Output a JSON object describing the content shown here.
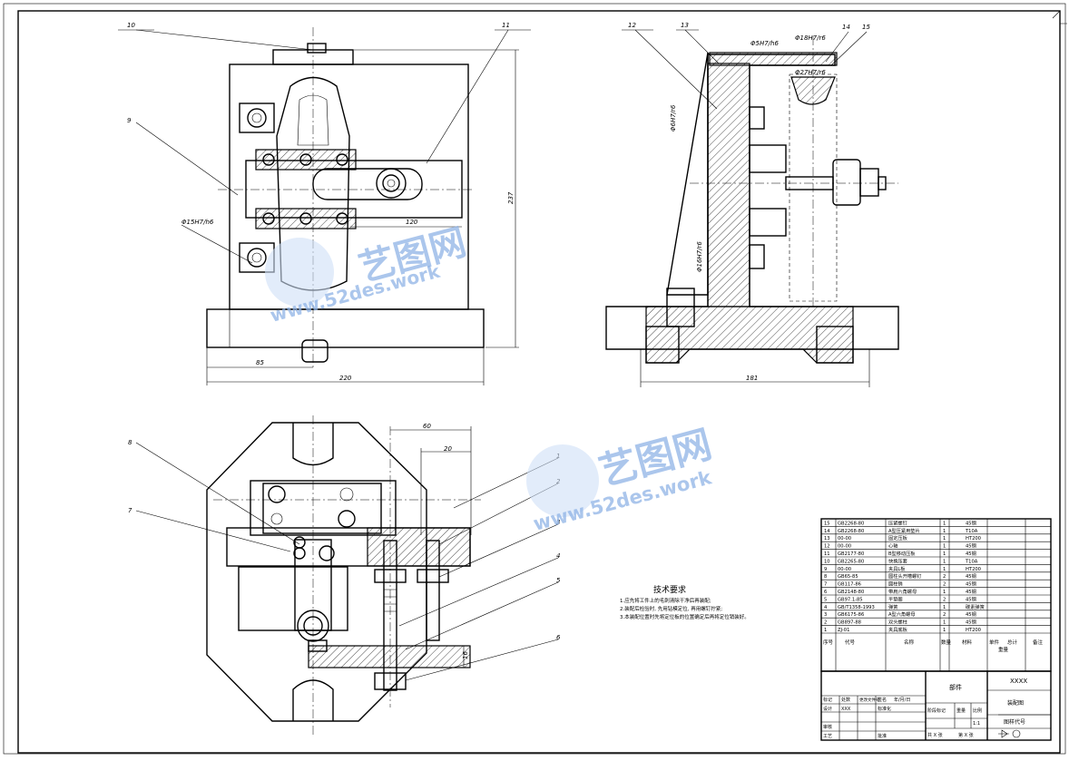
{
  "drawing": {
    "balloons": [
      "10",
      "11",
      "9",
      "12",
      "13",
      "14",
      "15",
      "8",
      "7",
      "1",
      "2",
      "3",
      "4",
      "5",
      "6"
    ],
    "dims": {
      "front": [
        "120",
        "237",
        "85",
        "220"
      ],
      "side": [
        "181"
      ],
      "top": [
        "60",
        "20",
        "16"
      ],
      "fits": [
        "Φ15H7/h6",
        "Φ5H7/h6",
        "Φ18H7/r6",
        "Φ27H7/r6",
        "Φ6H7/r6",
        "Φ16H7/r6"
      ]
    }
  },
  "watermark": {
    "brand": "艺图网",
    "url": "www.52des.work"
  },
  "notes": {
    "title": "技术要求",
    "lines": [
      "1.应先将工件上的毛刺清除干净后再装配;",
      "2.装配后检验时, 先用钻模定位, 再用螺钉拧紧;",
      "3.本装配位置时先将定位板的位置确定后再将定位销装好。"
    ]
  },
  "bom": {
    "rows": [
      [
        "15",
        "GB2268-80",
        "压紧螺钉",
        "1",
        "45钢",
        ""
      ],
      [
        "14",
        "GB2268-80",
        "A型压紧用垫片",
        "1",
        "T10A",
        ""
      ],
      [
        "13",
        "00-00",
        "固定压板",
        "1",
        "HT200",
        ""
      ],
      [
        "12",
        "00-00",
        "心轴",
        "1",
        "45钢",
        ""
      ],
      [
        "11",
        "GB2177-80",
        "B型移动压板",
        "1",
        "45钢",
        ""
      ],
      [
        "10",
        "GB2265-80",
        "快换压套",
        "1",
        "T10A",
        ""
      ],
      [
        "9",
        "00-00",
        "夹具L板",
        "1",
        "HT200",
        ""
      ],
      [
        "8",
        "GB65-85",
        "圆柱头开槽螺钉",
        "2",
        "45钢",
        ""
      ],
      [
        "7",
        "GB117-86",
        "圆柱销",
        "2",
        "45钢",
        ""
      ],
      [
        "6",
        "GB2148-80",
        "带肩六角螺母",
        "1",
        "45钢",
        ""
      ],
      [
        "5",
        "GB97.1-85",
        "平垫圈",
        "2",
        "45钢",
        ""
      ],
      [
        "4",
        "GB/T1358-1993",
        "弹簧",
        "1",
        "碳素弹簧",
        ""
      ],
      [
        "3",
        "GB6175-86",
        "A型六角螺母",
        "2",
        "45钢",
        ""
      ],
      [
        "2",
        "GB897-88",
        "双头螺柱",
        "1",
        "45钢",
        ""
      ],
      [
        "1",
        "ZJ-01",
        "夹具底板",
        "1",
        "HT200",
        ""
      ]
    ],
    "header": [
      "序号",
      "代号",
      "名称",
      "数量",
      "材料",
      "单件",
      "总计",
      "备注"
    ],
    "header_sub": [
      "重量"
    ]
  },
  "title_block": {
    "part_label": "部件",
    "company": "XXXX",
    "drawing_name": "装配图",
    "drawing_no_label": "图样代号",
    "scale_value": "1:1",
    "labels": [
      "标记",
      "处数",
      "更改文件号",
      "签名",
      "年/月/日",
      "设计",
      "标准化",
      "阶段标记",
      "重量",
      "比例",
      "审核",
      "工艺",
      "批准",
      "共 X 张",
      "第 X 张"
    ],
    "designer": "XXX"
  }
}
